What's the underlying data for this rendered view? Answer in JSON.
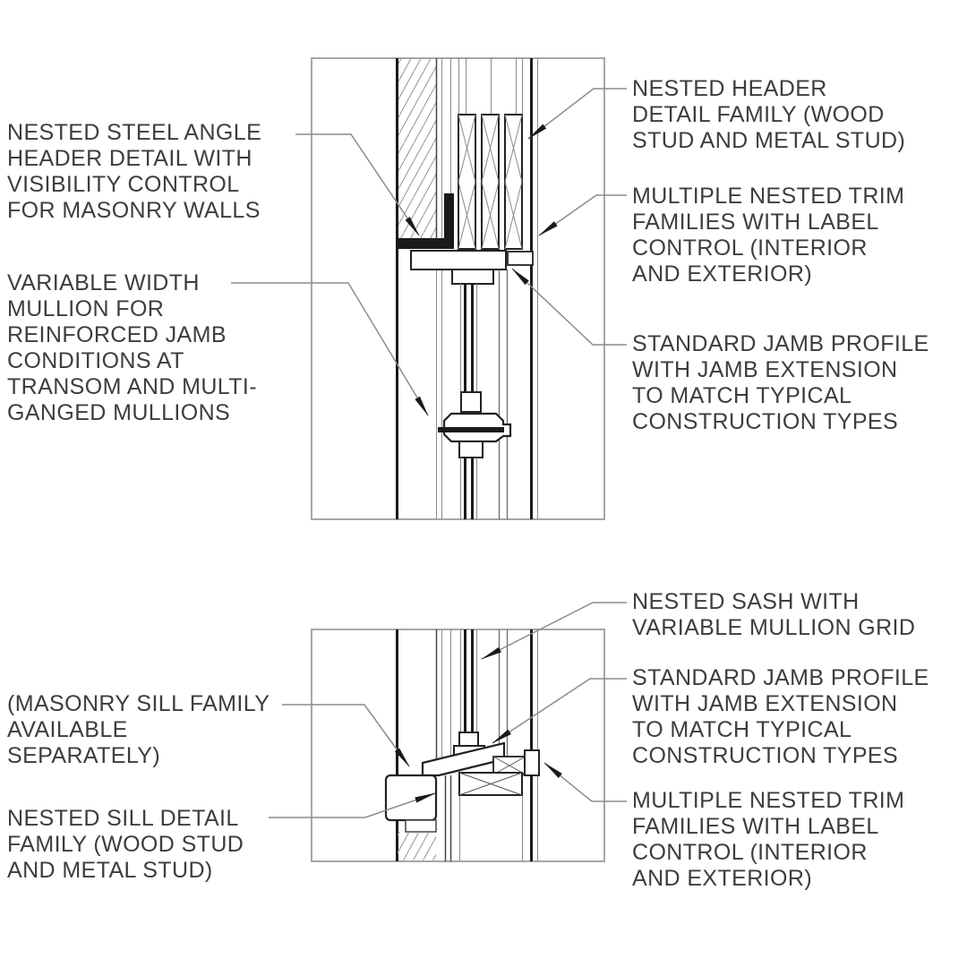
{
  "colors": {
    "background": "#ffffff",
    "linework": "#1a1a1a",
    "profile_stroke": "#222222",
    "thin_line": "#8a8a8a",
    "hatch": "#9a9a9a",
    "leader": "#8c8c8c",
    "arrowhead": "#1a1a1a",
    "viewport_border": "#a6a6a6",
    "text": "#3d3d3d"
  },
  "annotations": {
    "nested_steel_angle": {
      "lines": [
        "NESTED STEEL ANGLE",
        "HEADER DETAIL WITH",
        "VISIBILITY CONTROL",
        "FOR MASONRY WALLS"
      ]
    },
    "variable_width_mullion": {
      "lines": [
        "VARIABLE WIDTH",
        "MULLION FOR",
        "REINFORCED JAMB",
        "CONDITIONS AT",
        "TRANSOM AND MULTI-",
        "GANGED MULLIONS"
      ]
    },
    "nested_header": {
      "lines": [
        "NESTED HEADER",
        "DETAIL FAMILY (WOOD",
        "STUD AND METAL STUD)"
      ]
    },
    "nested_trim_top": {
      "lines": [
        "MULTIPLE NESTED TRIM",
        "FAMILIES WITH LABEL",
        "CONTROL (INTERIOR",
        "AND EXTERIOR)"
      ]
    },
    "standard_jamb_top": {
      "lines": [
        "STANDARD JAMB PROFILE",
        "WITH JAMB EXTENSION",
        "TO MATCH TYPICAL",
        "CONSTRUCTION TYPES"
      ]
    },
    "nested_sash": {
      "lines": [
        "NESTED SASH WITH",
        "VARIABLE MULLION GRID"
      ]
    },
    "standard_jamb_bottom": {
      "lines": [
        "STANDARD JAMB PROFILE",
        "WITH JAMB EXTENSION",
        "TO MATCH TYPICAL",
        "CONSTRUCTION TYPES"
      ]
    },
    "nested_trim_bottom": {
      "lines": [
        "MULTIPLE NESTED TRIM",
        "FAMILIES WITH LABEL",
        "CONTROL (INTERIOR",
        "AND EXTERIOR)"
      ]
    },
    "masonry_sill": {
      "lines": [
        "(MASONRY SILL FAMILY",
        "AVAILABLE",
        "SEPARATELY)"
      ]
    },
    "nested_sill": {
      "lines": [
        "NESTED SILL DETAIL",
        "FAMILY (WOOD STUD",
        "AND METAL STUD)"
      ]
    }
  }
}
